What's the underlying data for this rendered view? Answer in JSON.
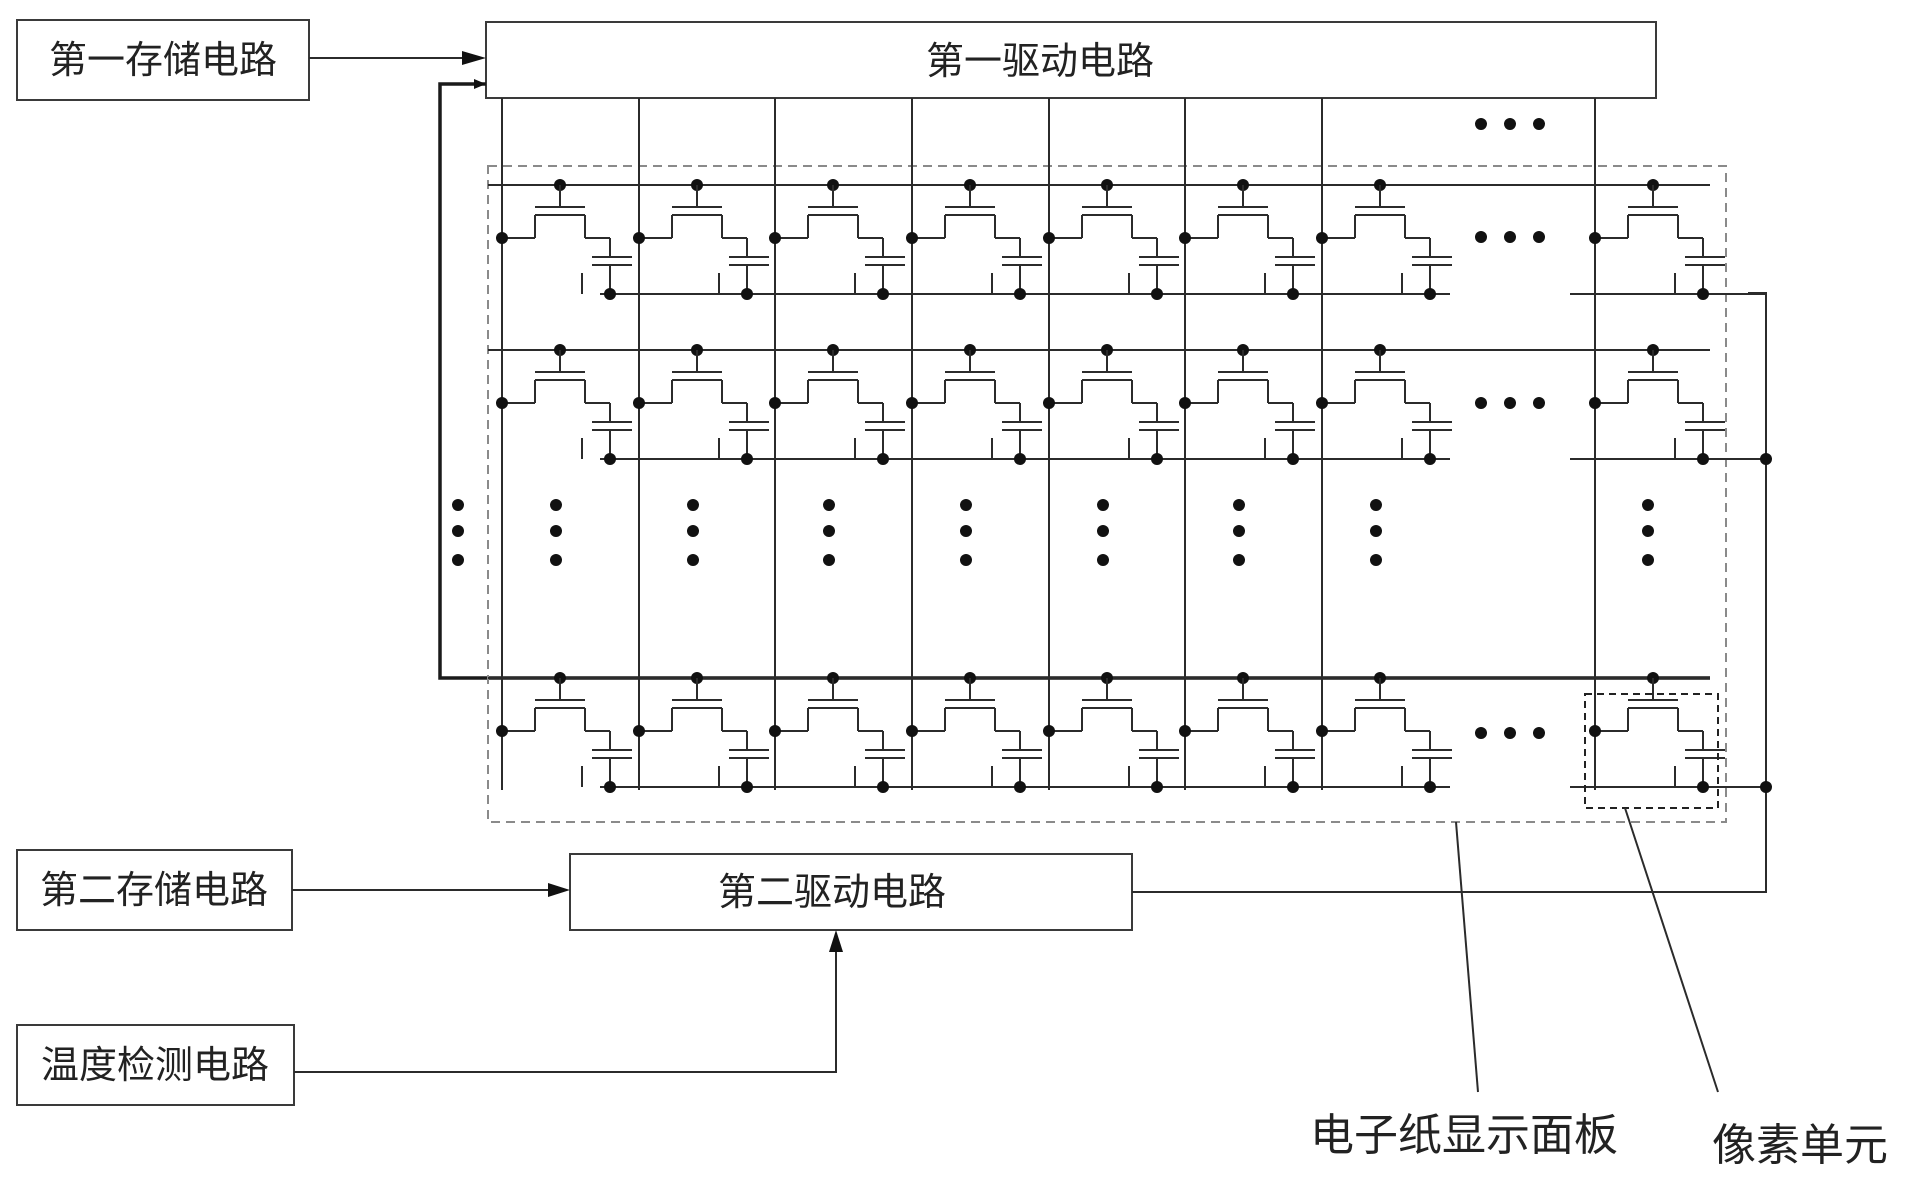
{
  "blocks": {
    "first_storage": "第一存储电路",
    "first_driver": "第一驱动电路",
    "second_storage": "第二存储电路",
    "second_driver": "第二驱动电路",
    "temp_sensor": "温度检测电路"
  },
  "callouts": {
    "panel": "电子纸显示面板",
    "pixel": "像素单元"
  },
  "matrix": {
    "visible_columns": 8,
    "visible_rows": 3,
    "ellipsis_glyph": "•••"
  }
}
